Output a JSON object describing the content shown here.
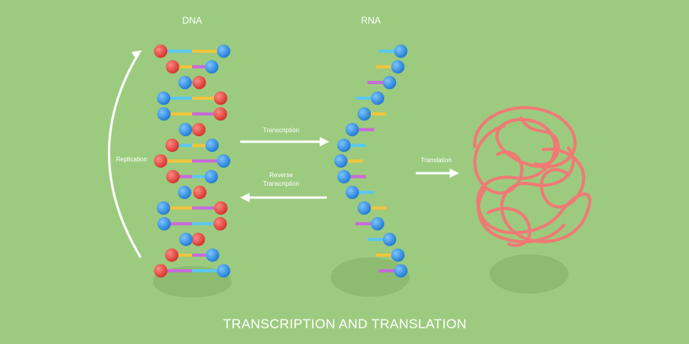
{
  "labels": {
    "dna": "DNA",
    "rna": "RNA",
    "replication": "Replication",
    "transcription": "Transcription",
    "reverse_line1": "Reverse",
    "reverse_line2": "Transcription",
    "translation": "Translation",
    "title": "TRANSCRIPTION AND TRANSLATION"
  },
  "colors": {
    "background": "#9ccb7f",
    "shadow": "#8dbb6f",
    "dna_node_red": "#e8413b",
    "node_blue": "#2f8fe0",
    "protein": "#ef7a74",
    "arrow": "#ffffff",
    "base_pair_colors": [
      "#5bc8ee",
      "#f0c43c",
      "#c86ad8"
    ]
  },
  "icons": [
    "dna-double-helix-icon",
    "rna-single-strand-icon",
    "protein-chain-icon"
  ]
}
